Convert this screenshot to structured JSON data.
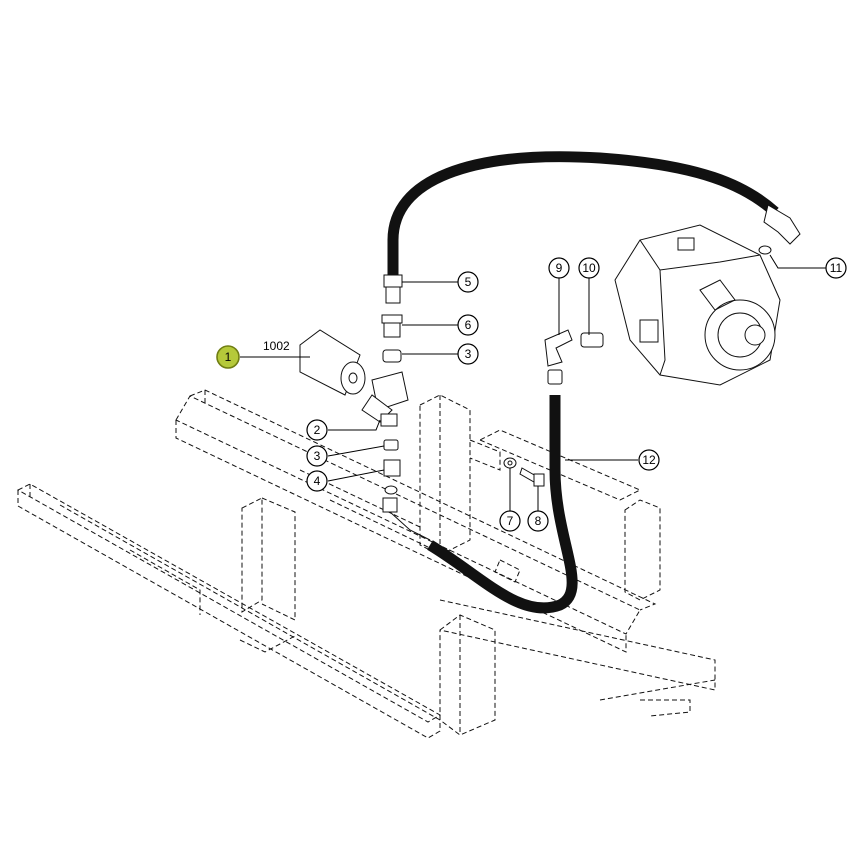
{
  "colors": {
    "highlight_fill": "#b5c93a",
    "line": "#111111",
    "background": "#ffffff"
  },
  "reference_label": "1002",
  "callouts": [
    {
      "id": "1",
      "label": "1",
      "highlighted": true
    },
    {
      "id": "2",
      "label": "2"
    },
    {
      "id": "3a",
      "label": "3"
    },
    {
      "id": "3b",
      "label": "3"
    },
    {
      "id": "4",
      "label": "4"
    },
    {
      "id": "5",
      "label": "5"
    },
    {
      "id": "6",
      "label": "6"
    },
    {
      "id": "7",
      "label": "7"
    },
    {
      "id": "8",
      "label": "8"
    },
    {
      "id": "9",
      "label": "9"
    },
    {
      "id": "10",
      "label": "10"
    },
    {
      "id": "11",
      "label": "11"
    },
    {
      "id": "12",
      "label": "12"
    }
  ]
}
